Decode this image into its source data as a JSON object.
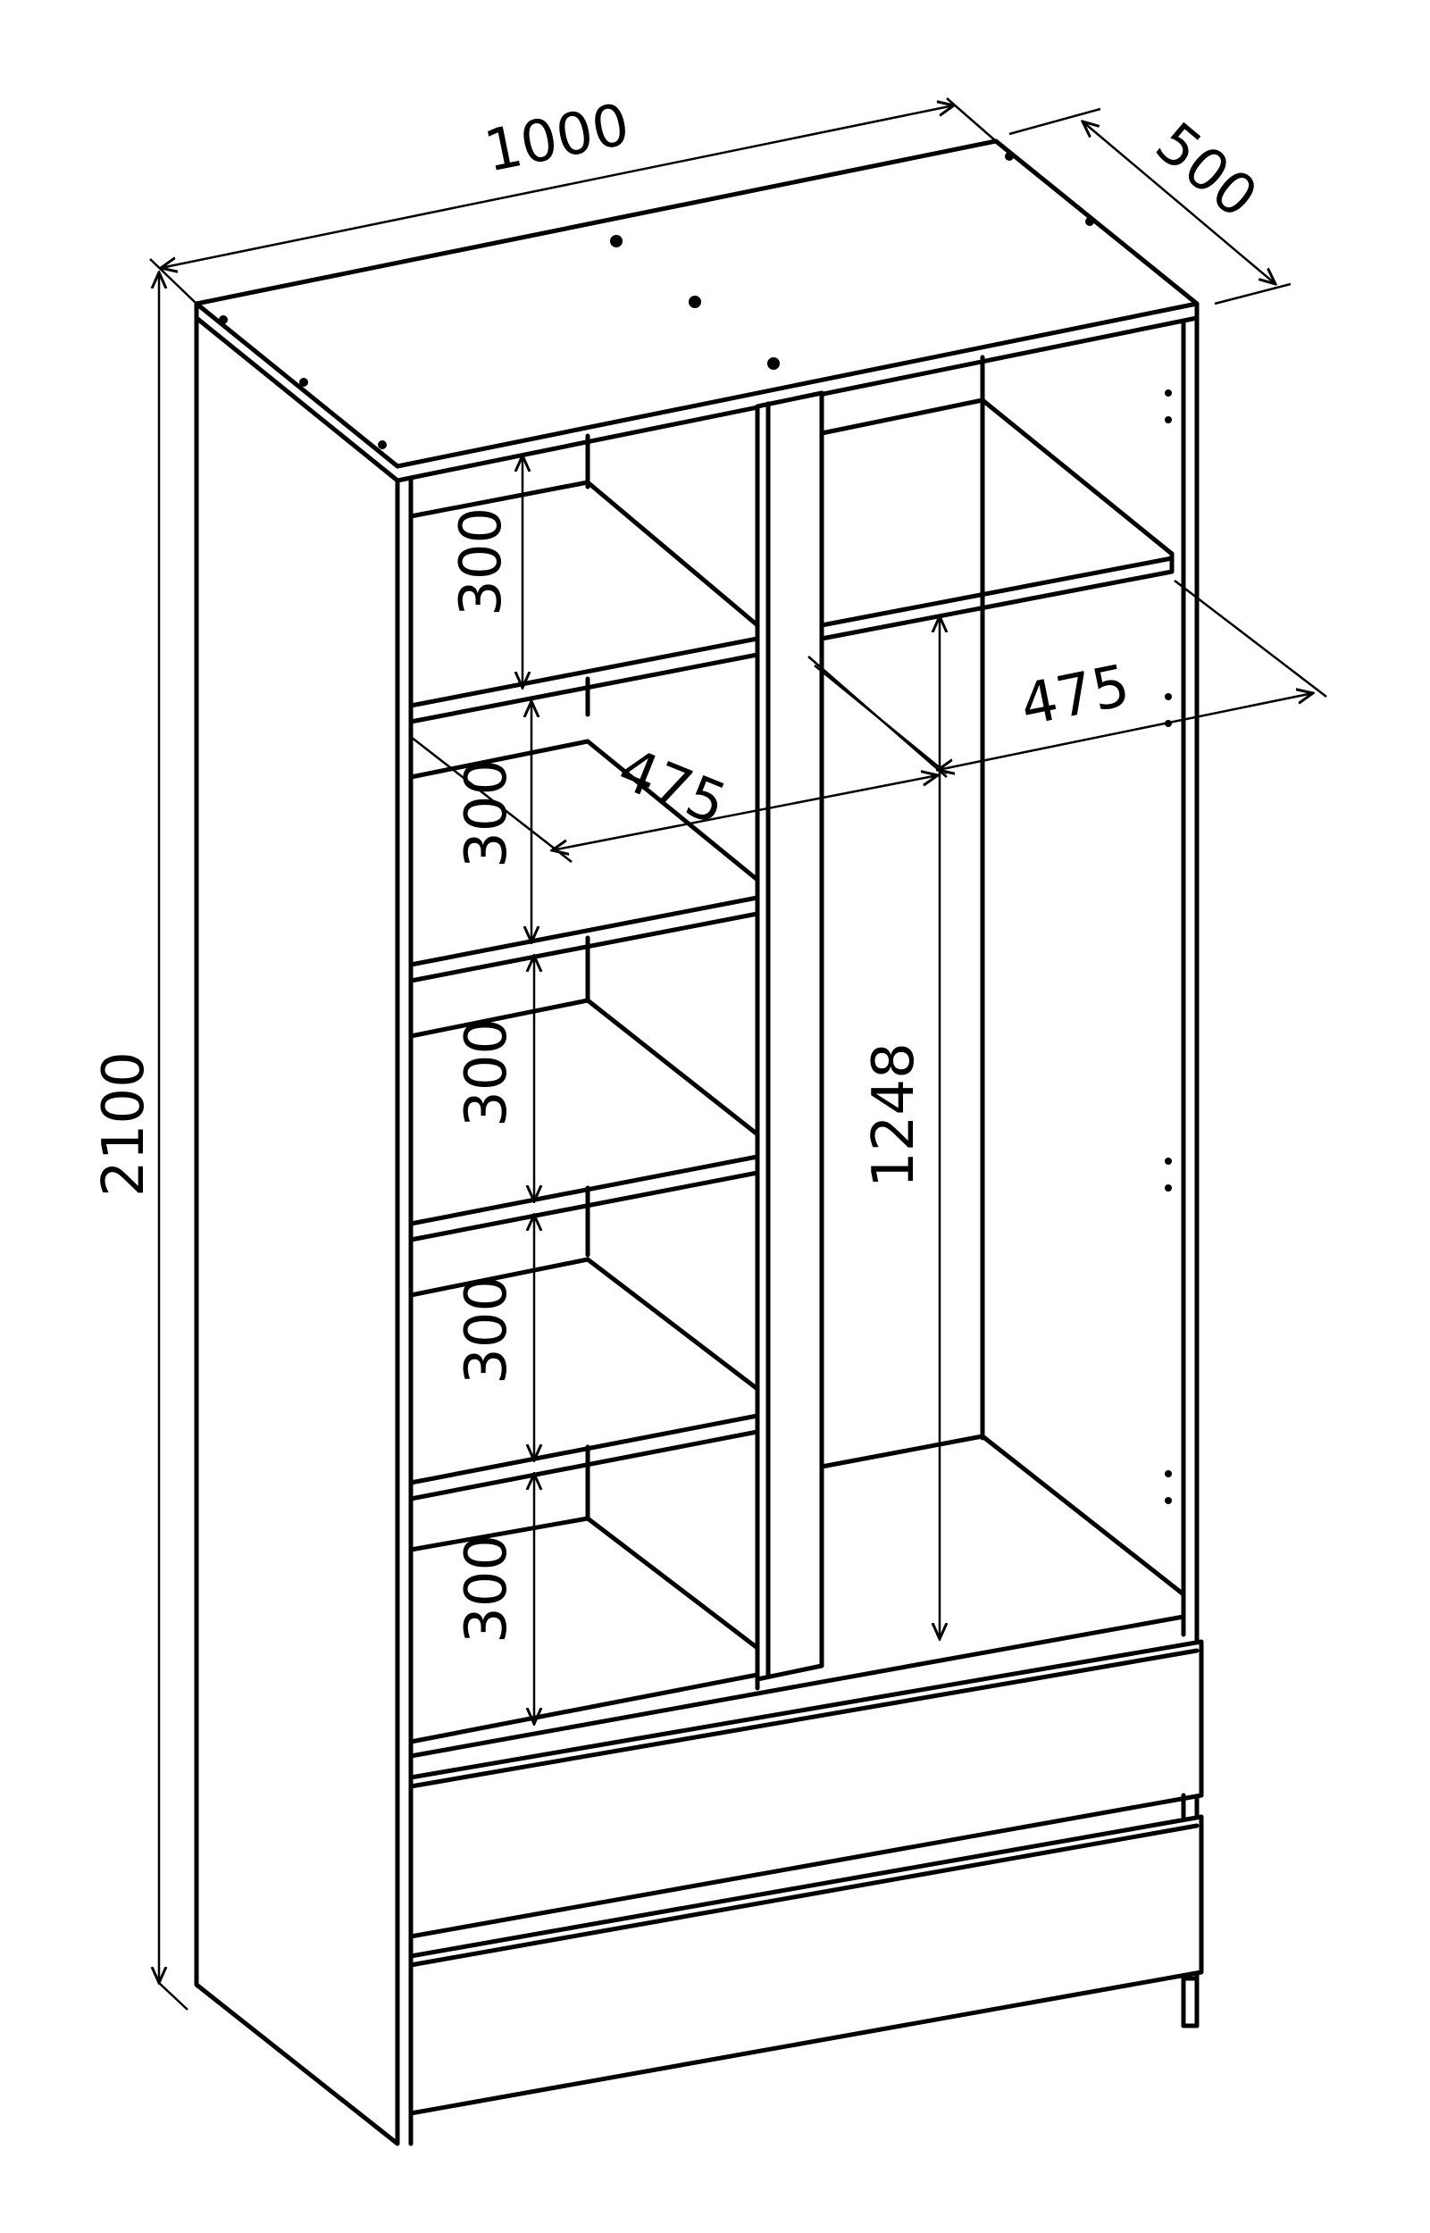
{
  "dimensions": {
    "width": "1000",
    "depth": "500",
    "height": "2100",
    "shelf_depth_left": "475",
    "shelf_depth_right": "475",
    "hanging_height": "1248",
    "shelf_gap_1": "300",
    "shelf_gap_2": "300",
    "shelf_gap_3": "300",
    "shelf_gap_4": "300",
    "shelf_gap_5": "300"
  },
  "colors": {
    "line": "#000000",
    "background": "#ffffff"
  }
}
